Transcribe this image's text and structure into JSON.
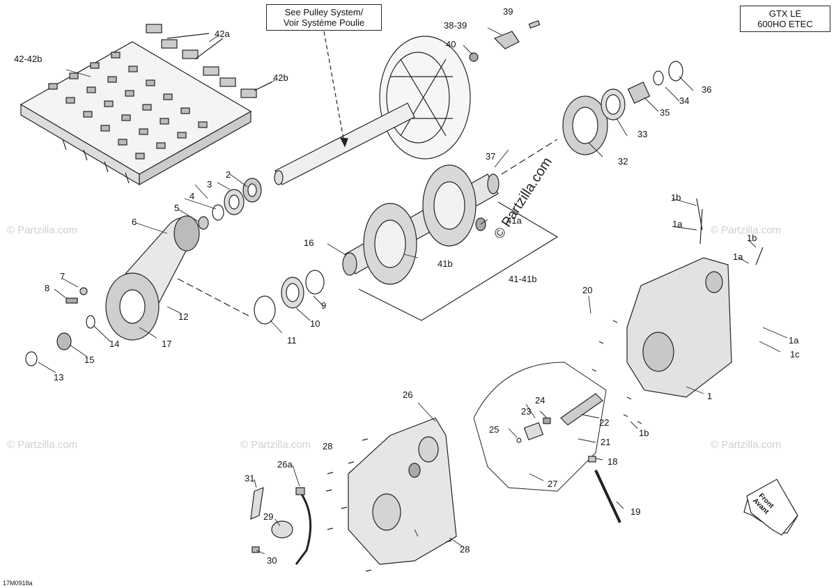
{
  "model_box": {
    "line1": "GTX LE",
    "line2": "600HO ETEC"
  },
  "note_box": {
    "line1": "See Pulley System/",
    "line2": "Voir Système Poulie"
  },
  "drawing_code": "17M0918a",
  "front_arrow": {
    "line1": "Front",
    "line2": "Avant"
  },
  "watermark": "© Partzilla.com",
  "watermark_main": "© Partzilla.com",
  "callouts": {
    "c1": "1",
    "c1a_a": "1a",
    "c1a_b": "1a",
    "c1a_c": "1a",
    "c1b_a": "1b",
    "c1b_b": "1b",
    "c1b_c": "1b",
    "c1c": "1c",
    "c2": "2",
    "c3": "3",
    "c4": "4",
    "c5": "5",
    "c6": "6",
    "c7": "7",
    "c8": "8",
    "c9": "9",
    "c10": "10",
    "c11": "11",
    "c12": "12",
    "c13": "13",
    "c14": "14",
    "c15": "15",
    "c16": "16",
    "c17": "17",
    "c18": "18",
    "c19": "19",
    "c20": "20",
    "c21": "21",
    "c22": "22",
    "c23": "23",
    "c24": "24",
    "c25": "25",
    "c26": "26",
    "c26a": "26a",
    "c27": "27",
    "c28a": "28",
    "c28b": "28",
    "c29": "29",
    "c30": "30",
    "c31": "31",
    "c32": "32",
    "c33": "33",
    "c34": "34",
    "c35": "35",
    "c36": "36",
    "c37": "37",
    "c38_39": "38-39",
    "c39": "39",
    "c40": "40",
    "c41a": "41a",
    "c41b": "41b",
    "c41_41b": "41-41b",
    "c42_42b": "42-42b",
    "c42a": "42a",
    "c42b": "42b"
  }
}
